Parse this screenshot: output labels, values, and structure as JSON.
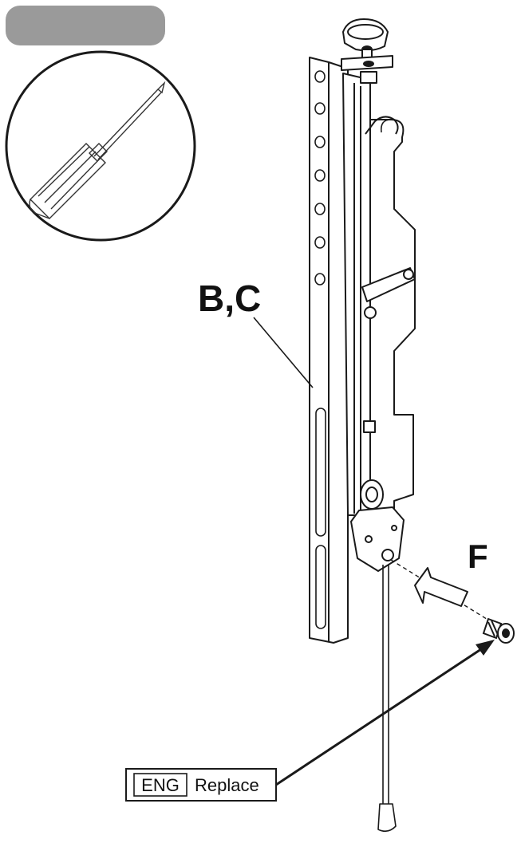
{
  "labels": {
    "part_bc": "B,C",
    "part_f": "F"
  },
  "callout": {
    "language_code": "ENG",
    "action": "Replace"
  },
  "tool": {
    "icon": "screwdriver-icon"
  },
  "colors": {
    "tool_header_badge": "#9a9a9a",
    "line_art": "#1a1a1a",
    "background": "#ffffff"
  }
}
